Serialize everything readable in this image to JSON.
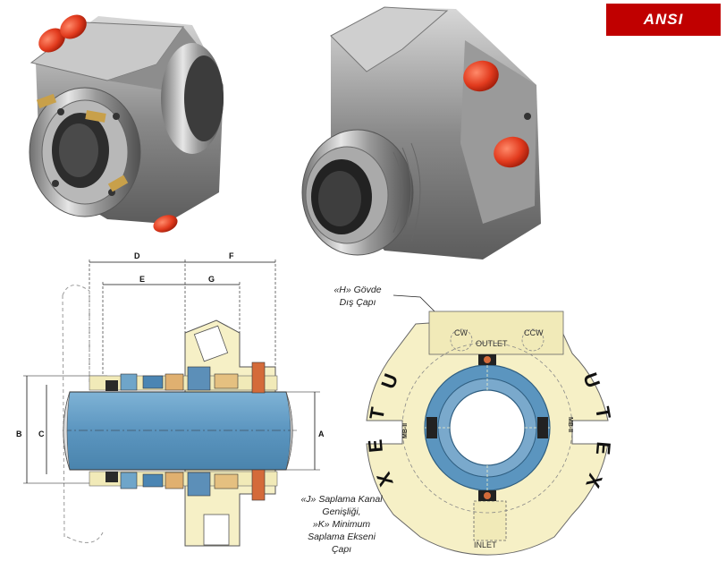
{
  "badge": {
    "text": "ANSI",
    "color": "#c00000"
  },
  "drawing": {
    "dimension_labels": {
      "A": "A",
      "B": "B",
      "C": "C",
      "D": "D",
      "E": "E",
      "F": "F",
      "G": "G"
    },
    "front_view": {
      "brand_letters": [
        "U",
        "T",
        "E",
        "X"
      ],
      "model": "MB-II",
      "outlet_label": "OUTLET",
      "inlet_label": "INLET",
      "cw_label": "CW",
      "ccw_label": "CCW"
    }
  },
  "callouts": {
    "h_line1": "«H» Gövde",
    "h_line2": "Dış Çapı",
    "jk_line1": "«J» Saplama Kanal",
    "jk_line2": "Genişliği,",
    "jk_line3": "»K» Minimum",
    "jk_line4": "Saplama Ekseni",
    "jk_line5": "Çapı"
  },
  "colors": {
    "steel": "#a8a8a8",
    "shaft_blue": "#5b95bf",
    "plug_red": "#e23b1e",
    "gland_cream": "#f6f0c6",
    "accent": "#c00000"
  }
}
